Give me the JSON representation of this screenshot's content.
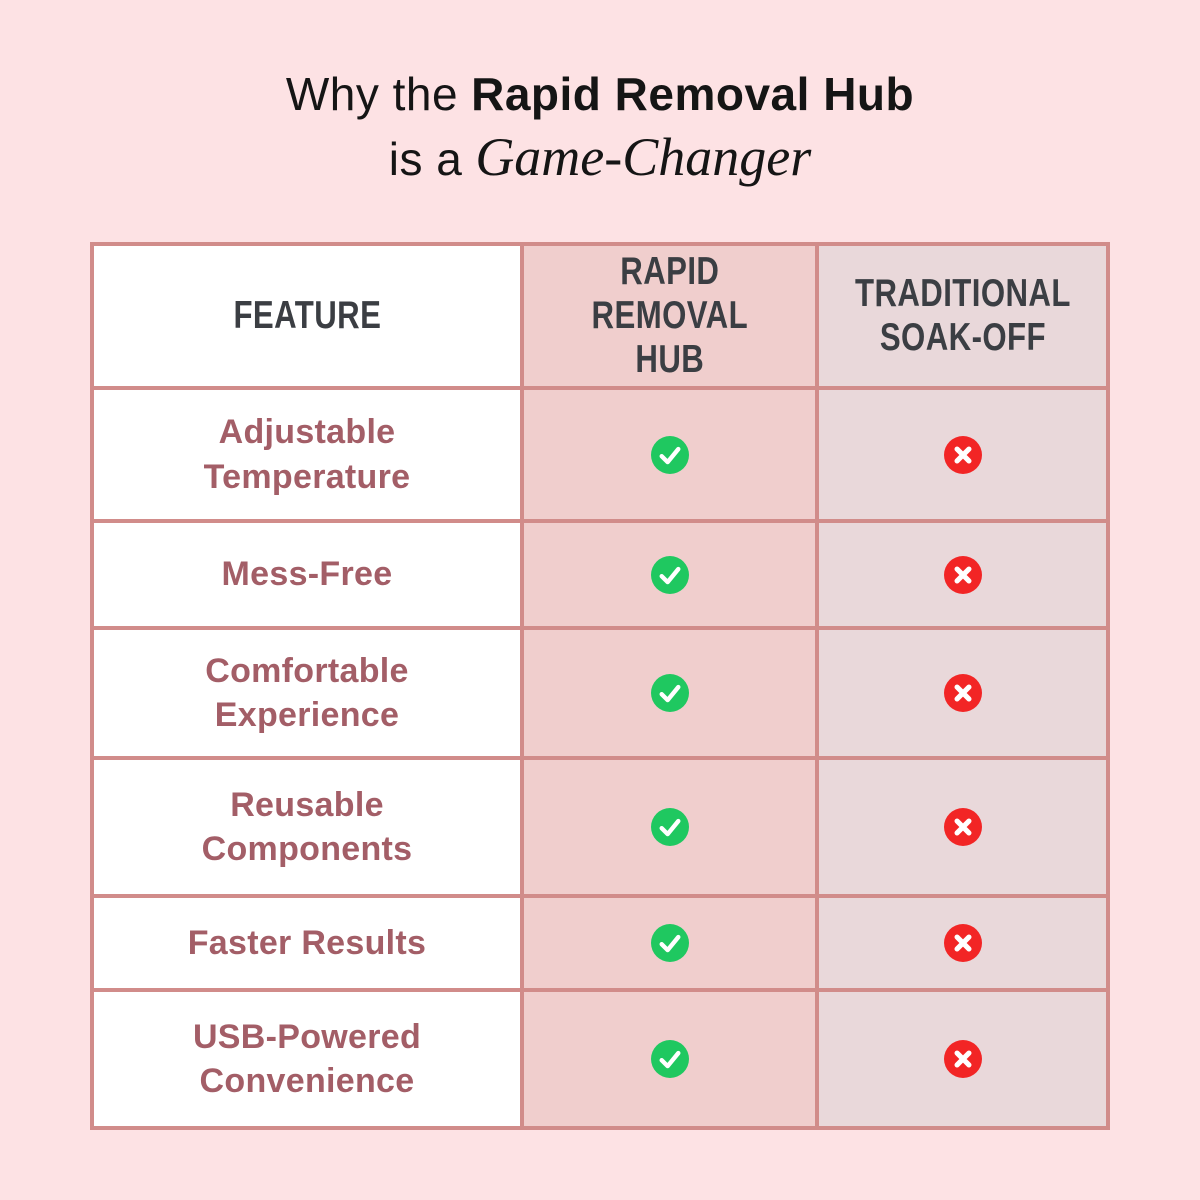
{
  "title": {
    "line1_regular": "Why the",
    "line1_bold": "Rapid Removal Hub",
    "line2_regular": "is a",
    "line2_italic": "Game-Changer"
  },
  "table": {
    "headers": {
      "feature": "FEATURE",
      "rapid": "RAPID\nREMOVAL\nHUB",
      "traditional": "TRADITIONAL\nSOAK-OFF"
    },
    "rows": [
      {
        "feature": "Adjustable\nTemperature",
        "rapid_removal_hub": true,
        "traditional_soak_off": false
      },
      {
        "feature": "Mess-Free",
        "rapid_removal_hub": true,
        "traditional_soak_off": false
      },
      {
        "feature": "Comfortable\nExperience",
        "rapid_removal_hub": true,
        "traditional_soak_off": false
      },
      {
        "feature": "Reusable\nComponents",
        "rapid_removal_hub": true,
        "traditional_soak_off": false
      },
      {
        "feature": "Faster Results",
        "rapid_removal_hub": true,
        "traditional_soak_off": false
      },
      {
        "feature": "USB-Powered\nConvenience",
        "rapid_removal_hub": true,
        "traditional_soak_off": false
      }
    ]
  },
  "colors": {
    "page_bg": "#fde2e4",
    "title_text": "#151515",
    "table_border": "#d18c8a",
    "feature_cell_bg": "#ffffff",
    "rapid_col_bg": "#f0cecd",
    "trad_col_bg": "#e9d8da",
    "header_text": "#3b3e43",
    "feature_text": "#a35e67",
    "check_green": "#1fc860",
    "cross_red": "#f22525",
    "icon_glyph": "#ffffff"
  },
  "icons": {
    "positive": "check-icon",
    "negative": "cross-icon"
  },
  "chart_data": {
    "type": "table",
    "title": "Why the Rapid Removal Hub is a Game-Changer",
    "columns": [
      "FEATURE",
      "RAPID REMOVAL HUB",
      "TRADITIONAL SOAK-OFF"
    ],
    "rows": [
      [
        "Adjustable Temperature",
        "yes",
        "no"
      ],
      [
        "Mess-Free",
        "yes",
        "no"
      ],
      [
        "Comfortable Experience",
        "yes",
        "no"
      ],
      [
        "Reusable Components",
        "yes",
        "no"
      ],
      [
        "Faster Results",
        "yes",
        "no"
      ],
      [
        "USB-Powered Convenience",
        "yes",
        "no"
      ]
    ],
    "legend": {
      "yes": "green check circle",
      "no": "red cross circle"
    },
    "layout": "header row tinted per column; feature column white; grid borders dusty rose"
  }
}
